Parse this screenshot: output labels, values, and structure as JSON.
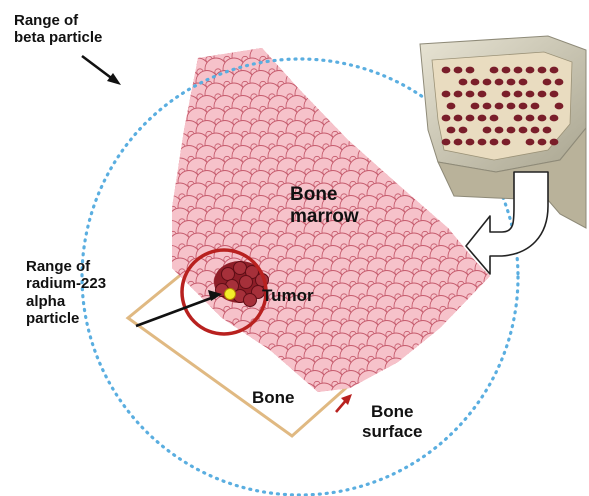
{
  "labels": {
    "beta_range_line1": "Range of",
    "beta_range_line2": "beta particle",
    "alpha_range_line1": "Range of",
    "alpha_range_line2": "radium-223",
    "alpha_range_line3": "alpha",
    "alpha_range_line4": "particle",
    "marrow_line1": "Bone",
    "marrow_line2": "marrow",
    "tumor": "Tumor",
    "bone": "Bone",
    "surface_line1": "Bone",
    "surface_line2": "surface"
  },
  "colors": {
    "beta_circle": "#5aaee0",
    "alpha_circle": "#b8211f",
    "bone_outline": "#e0b982",
    "marrow_fill": "#f6c2ca",
    "marrow_stroke": "#c55a6c",
    "tumor_cells": "#8e1e28",
    "highlight_dot": "#f3ee2a",
    "surface_arrow": "#b8211f",
    "callout_arrow": "#111111"
  },
  "icons": {
    "bone_crosssection": "bone-crosssection-illustration",
    "zoom_arrow": "curved-arrow-icon"
  }
}
